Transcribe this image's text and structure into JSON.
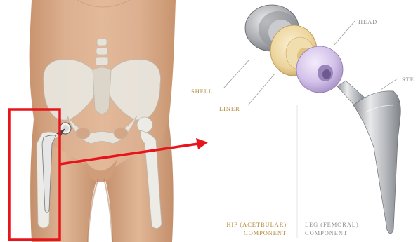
{
  "labels": {
    "shell": "SHELL",
    "liner": "LINER",
    "head": "HEAD",
    "stem": "STE",
    "hip_component_line1": "HIP (ACETBULAR)",
    "hip_component_line2": "COMPONENT",
    "leg_component_line1": "LEG (FEMORAL)",
    "leg_component_line2": "COMPONENT"
  },
  "colors": {
    "callout_red": "#e8141c",
    "skin": "#d8aa88",
    "bone": "#e8e6df",
    "liner_yellow": "#eed9a0",
    "head_lavender": "#d7c6ea",
    "metal": "#b8babd",
    "label_gold": "#b58a3c"
  }
}
